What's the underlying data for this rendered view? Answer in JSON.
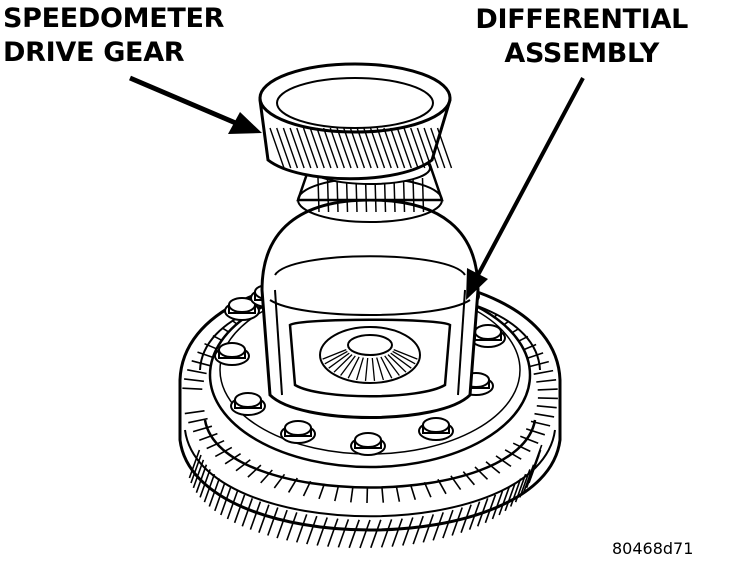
{
  "callouts": {
    "speedometer": {
      "line1": "SPEEDOMETER",
      "line2": "DRIVE GEAR"
    },
    "differential": {
      "line1": "DIFFERENTIAL",
      "line2": "ASSEMBLY"
    }
  },
  "figure_id": "80468d71",
  "colors": {
    "ink": "#000000",
    "paper": "#ffffff"
  }
}
